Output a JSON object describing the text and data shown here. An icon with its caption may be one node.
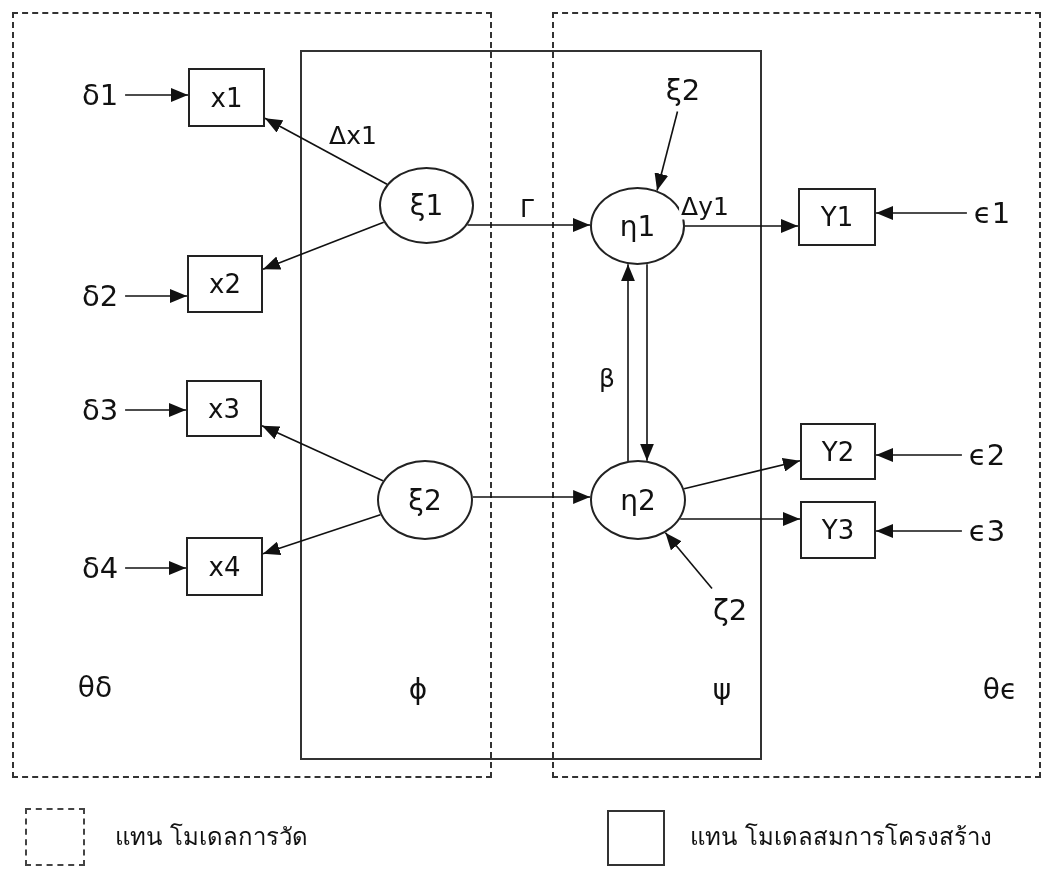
{
  "diagram": {
    "nodes": [
      {
        "text": [
          "δ1"
        ]
      },
      {
        "text": [
          "x1"
        ]
      },
      {
        "text": [
          "δ2"
        ]
      },
      {
        "text": [
          "x2"
        ]
      },
      {
        "text": [
          "δ3"
        ]
      },
      {
        "text": [
          "x3"
        ]
      },
      {
        "text": [
          "δ4"
        ]
      },
      {
        "text": [
          "x4"
        ]
      },
      {
        "text": [
          "ξ1"
        ]
      },
      {
        "text": [
          "ξ2"
        ]
      },
      {
        "text": [
          "ξ2"
        ]
      },
      {
        "text": [
          "η1"
        ]
      },
      {
        "text": [
          "η2"
        ]
      },
      {
        "text": [
          "ζ2"
        ]
      },
      {
        "text": [
          "Y1"
        ]
      },
      {
        "text": [
          "ϵ1"
        ]
      },
      {
        "text": [
          "Y2"
        ]
      },
      {
        "text": [
          "ϵ2"
        ]
      },
      {
        "text": [
          "Y3"
        ]
      },
      {
        "text": [
          "ϵ3"
        ]
      }
    ],
    "edges": [
      {
        "from": 0,
        "to": 1,
        "arrow": "to"
      },
      {
        "from": 2,
        "to": 3,
        "arrow": "to"
      },
      {
        "from": 4,
        "to": 5,
        "arrow": "to"
      },
      {
        "from": 6,
        "to": 7,
        "arrow": "to"
      },
      {
        "from": 8,
        "to": 1,
        "arrow": "to",
        "label": "Δx1"
      },
      {
        "from": 8,
        "to": 3,
        "arrow": "to"
      },
      {
        "from": 9,
        "to": 5,
        "arrow": "to"
      },
      {
        "from": 9,
        "to": 7,
        "arrow": "to"
      },
      {
        "from": 8,
        "to": 11,
        "arrow": "to",
        "label": "Γ"
      },
      {
        "from": 9,
        "to": 12,
        "arrow": "to"
      },
      {
        "from": 10,
        "to": 11,
        "arrow": "to"
      },
      {
        "from": 11,
        "to": 14,
        "arrow": "to",
        "label": "Δy1"
      },
      {
        "from": 12,
        "to": 11,
        "arrow": "to",
        "label": "β"
      },
      {
        "from": 11,
        "to": 12,
        "arrow": "to"
      },
      {
        "from": 12,
        "to": 16,
        "arrow": "to"
      },
      {
        "from": 12,
        "to": 18,
        "arrow": "to"
      },
      {
        "from": 15,
        "to": 14,
        "arrow": "to"
      },
      {
        "from": 17,
        "to": 16,
        "arrow": "to"
      },
      {
        "from": 19,
        "to": 18,
        "arrow": "to"
      },
      {
        "from": 13,
        "to": 12,
        "arrow": "to"
      }
    ],
    "labels": [
      "θδ",
      "ϕ",
      "ψ",
      "θϵ"
    ],
    "legend": [
      {
        "text": "แทน โมเดลการวัด"
      },
      {
        "text": "แทน โมเดลสมการโครงสร้าง"
      }
    ]
  }
}
